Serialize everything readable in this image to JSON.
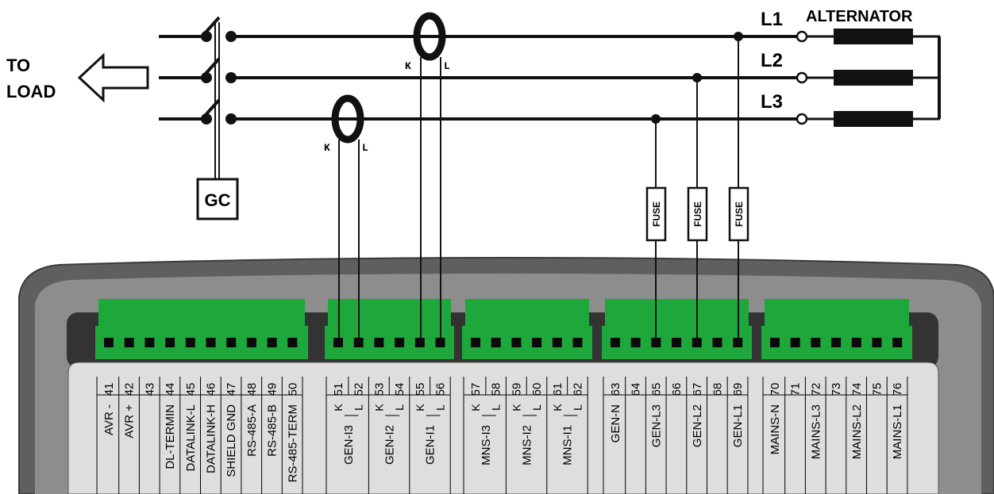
{
  "labels": {
    "to_load": [
      "TO",
      "LOAD"
    ],
    "alternator": "ALTERNATOR",
    "phases": [
      "L1",
      "L2",
      "L3"
    ],
    "gc": "GC",
    "ct_k": "K",
    "ct_l": "L",
    "fuse": "FUSE"
  },
  "colors": {
    "wire": "#111111",
    "connector_green": "#1ea83c",
    "connector_dark_green": "#0f7a27",
    "pin": "#0a0a0a",
    "case_outer": "#5f5f5f",
    "case_inner": "#8d8d8d",
    "case_dark": "#333333",
    "panel": "#dedede",
    "winding": "#111111"
  },
  "terminal_groups": [
    {
      "name": "control",
      "terminals": [
        {
          "num": "41",
          "name": "AVR -"
        },
        {
          "num": "42",
          "name": "AVR +"
        },
        {
          "num": "43",
          "name": ""
        },
        {
          "num": "44",
          "name": "DL-TERMIN"
        },
        {
          "num": "45",
          "name": "DATALINK-L"
        },
        {
          "num": "46",
          "name": "DATALINK-H"
        },
        {
          "num": "47",
          "name": "SHIELD GND"
        },
        {
          "num": "48",
          "name": "RS-485-A"
        },
        {
          "num": "49",
          "name": "RS-485-B"
        },
        {
          "num": "50",
          "name": "RS-485-TERM"
        }
      ]
    },
    {
      "name": "gen-current",
      "pairs": [
        {
          "nums": [
            "51",
            "52"
          ],
          "name": "GEN-I3"
        },
        {
          "nums": [
            "53",
            "54"
          ],
          "name": "GEN-I2"
        },
        {
          "nums": [
            "55",
            "56"
          ],
          "name": "GEN-I1"
        }
      ]
    },
    {
      "name": "mains-current",
      "pairs": [
        {
          "nums": [
            "57",
            "58"
          ],
          "name": "MNS-I3"
        },
        {
          "nums": [
            "59",
            "60"
          ],
          "name": "MNS-I2"
        },
        {
          "nums": [
            "61",
            "62"
          ],
          "name": "MNS-I1"
        }
      ]
    },
    {
      "name": "gen-voltage",
      "terminals": [
        {
          "num": "63",
          "name": "GEN-N"
        },
        {
          "num": "64",
          "name": ""
        },
        {
          "num": "65",
          "name": "GEN-L3"
        },
        {
          "num": "66",
          "name": ""
        },
        {
          "num": "67",
          "name": "GEN-L2"
        },
        {
          "num": "68",
          "name": ""
        },
        {
          "num": "69",
          "name": "GEN-L1"
        }
      ]
    },
    {
      "name": "mains-voltage",
      "terminals": [
        {
          "num": "70",
          "name": "MAINS-N"
        },
        {
          "num": "71",
          "name": ""
        },
        {
          "num": "72",
          "name": "MAINS-L3"
        },
        {
          "num": "73",
          "name": ""
        },
        {
          "num": "74",
          "name": "MAINS-L2"
        },
        {
          "num": "75",
          "name": ""
        },
        {
          "num": "76",
          "name": "MAINS-L1"
        }
      ]
    }
  ]
}
